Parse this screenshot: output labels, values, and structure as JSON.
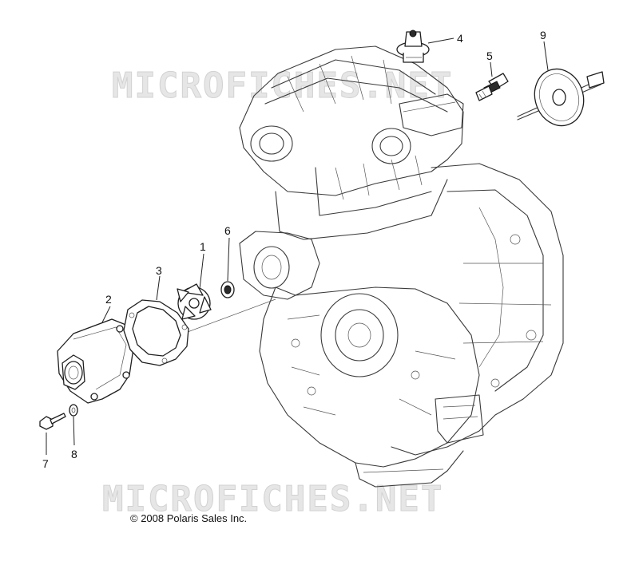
{
  "watermark": "MICROFICHES.NET",
  "copyright": "© 2008 Polaris Sales Inc.",
  "callouts": {
    "c1": "1",
    "c2": "2",
    "c3": "3",
    "c4": "4",
    "c5": "5",
    "c6": "6",
    "c7": "7",
    "c8": "8",
    "c9": "9"
  },
  "colors": {
    "line": "#3a3a3a",
    "watermark": "#e6e6e6",
    "background": "#ffffff"
  }
}
